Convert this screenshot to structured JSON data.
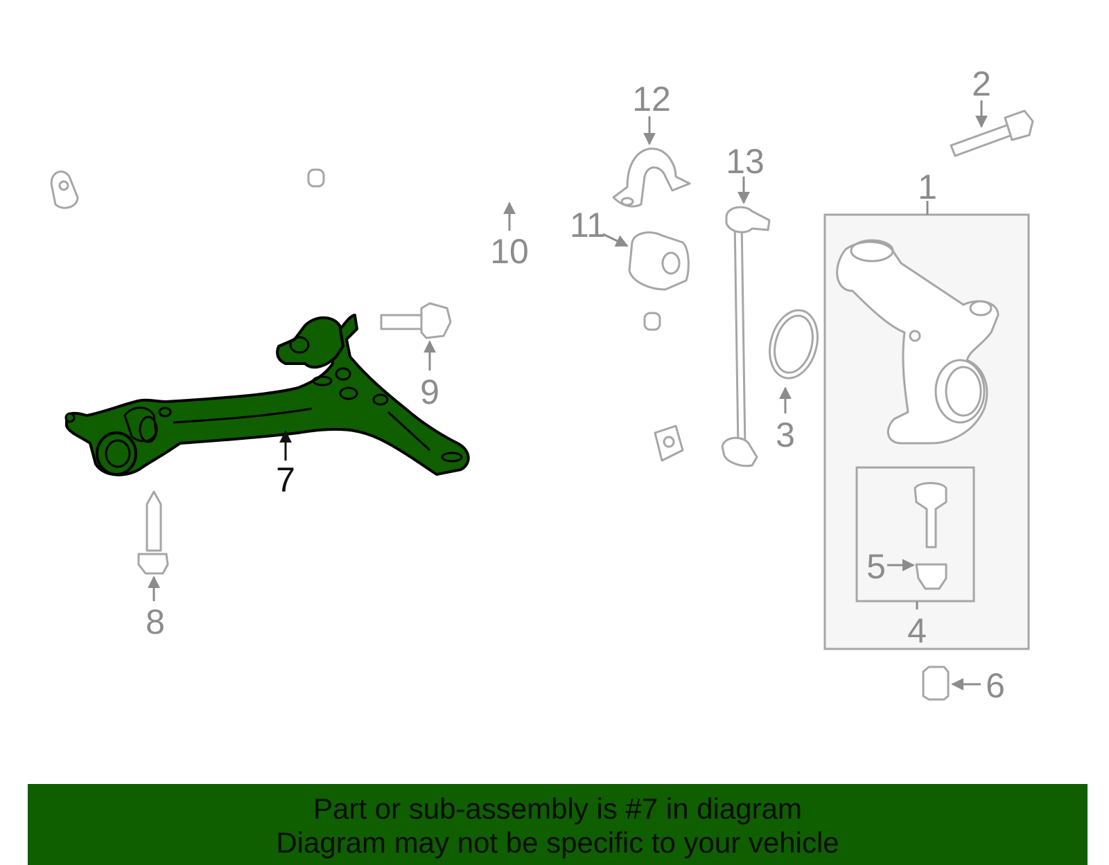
{
  "diagram": {
    "callouts": [
      "1",
      "2",
      "3",
      "4",
      "5",
      "6",
      "7",
      "8",
      "9",
      "10",
      "11",
      "12",
      "13"
    ],
    "highlighted_callout": "7",
    "colors": {
      "highlight": "#0f5e00",
      "parts": "#a6a6a6",
      "callout_text": "#8c8c8c",
      "banner_bg": "#0f5e00"
    }
  },
  "banner": {
    "line1": "Part or sub-assembly is #7 in diagram",
    "line2": "Diagram may not be specific to your vehicle"
  }
}
